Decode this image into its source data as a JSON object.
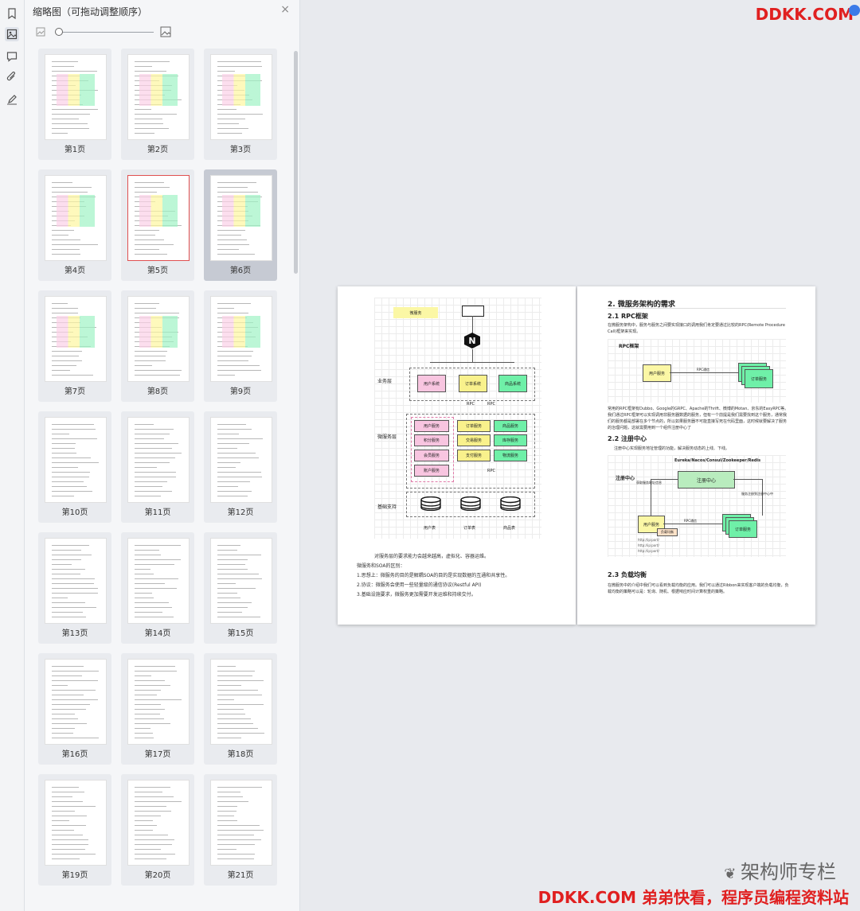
{
  "sidebar": {
    "title": "缩略图（可拖动调整顺序）",
    "icons": [
      "bookmark-icon",
      "thumbnail-icon",
      "comment-icon",
      "attachment-icon",
      "signature-icon"
    ]
  },
  "thumbnails": [
    {
      "label": "第1页"
    },
    {
      "label": "第2页"
    },
    {
      "label": "第3页"
    },
    {
      "label": "第4页"
    },
    {
      "label": "第5页"
    },
    {
      "label": "第6页"
    },
    {
      "label": "第7页"
    },
    {
      "label": "第8页"
    },
    {
      "label": "第9页"
    },
    {
      "label": "第10页"
    },
    {
      "label": "第11页"
    },
    {
      "label": "第12页"
    },
    {
      "label": "第13页"
    },
    {
      "label": "第14页"
    },
    {
      "label": "第15页"
    },
    {
      "label": "第16页"
    },
    {
      "label": "第17页"
    },
    {
      "label": "第18页"
    },
    {
      "label": "第19页"
    },
    {
      "label": "第20页"
    },
    {
      "label": "第21页"
    }
  ],
  "watermarks": {
    "top": "DDKK.COM",
    "bottom": "DDKK.COM 弟弟快看，程序员编程资料站",
    "wechat": "架构师专栏"
  },
  "left_page": {
    "diagram": {
      "tag": "微服务",
      "layer_business": "业务层",
      "layer_micro": "微服务层",
      "layer_base": "基础支持",
      "biz": [
        "用户系统",
        "订单系统",
        "商品系统"
      ],
      "rpc1": "RPC",
      "rpc2": "RPC",
      "rpc3": "RPC",
      "col1": [
        "用户服务",
        "积分服务",
        "会员服务",
        "账户服务"
      ],
      "col2": [
        "订单服务",
        "交易服务",
        "支付服务"
      ],
      "col3": [
        "商品服务",
        "库存服务",
        "物流服务"
      ],
      "db": [
        "用户表",
        "订单表",
        "商品表"
      ]
    },
    "text": [
      "对服务层的要求能力会越来越高，虚拟化、容器运维。",
      "微服务和SOA的区别：",
      "1.思想上：微服务的目的是解耦SOA的目的是实现数据的互通和共享性。",
      "2.协议：微服务会使用一些轻量级的通信协议(Restful API)",
      "3.基础设施要求，微服务更加需要开发运维和持续交付。"
    ]
  },
  "right_page": {
    "h_main": "2. 微服务架构的需求",
    "h_rpc": "2.1 RPC框架",
    "p_rpc": "在微服务架构中，服务与服务之间要实现接口的调用我们肯定要通过比较的RPC(Remote Procedure Call)框架来实现。",
    "rpc_diagram": {
      "title": "RPC框架",
      "user": "用户服务",
      "call": "RPC通信",
      "order": "订单服务"
    },
    "p_rpc2": "常用的RPC框架有Dubbo、Google的GRPC、Apache的Thrift、微博的Motan、京东的EasyRPC等。我们通过RPC框架可以实现调用非服务器数据的服务，但有一个前提是我们需要找到这个服务，通常我们的服务都是部署在多个节点的，所以如果服务器不可能直接写死在代码里面，这时候就要解决了服务的治理问题，这就需要用到一个组件注册中心了",
    "h_reg": "2.2 注册中心",
    "p_reg": "注册中心实现服务地址管理的功能，解决服务动态的上线、下线。",
    "reg_diagram": {
      "title": "Eureka/Nacos/Consul/Zookeeper/Redis",
      "label": "注册中心",
      "center": "注册中心",
      "pull": "获取服务地址信息",
      "push": "服务注册到注册中心中",
      "user": "用户服务",
      "rpc": "RPC通信",
      "order": "订单服务",
      "sub": "负载均衡",
      "links": [
        "http://ip:port/",
        "http://ip:port/",
        "http://ip:port/"
      ]
    },
    "h_lb": "2.3 负载均衡",
    "p_lb": "在微服务中的介绍中我们可以看到负载均衡的应用。我们可以通过Ribbon来实现客户端的负载均衡，负载均衡的策略可以是：轮询、随机、根据响应时间计算权重的策略。"
  }
}
